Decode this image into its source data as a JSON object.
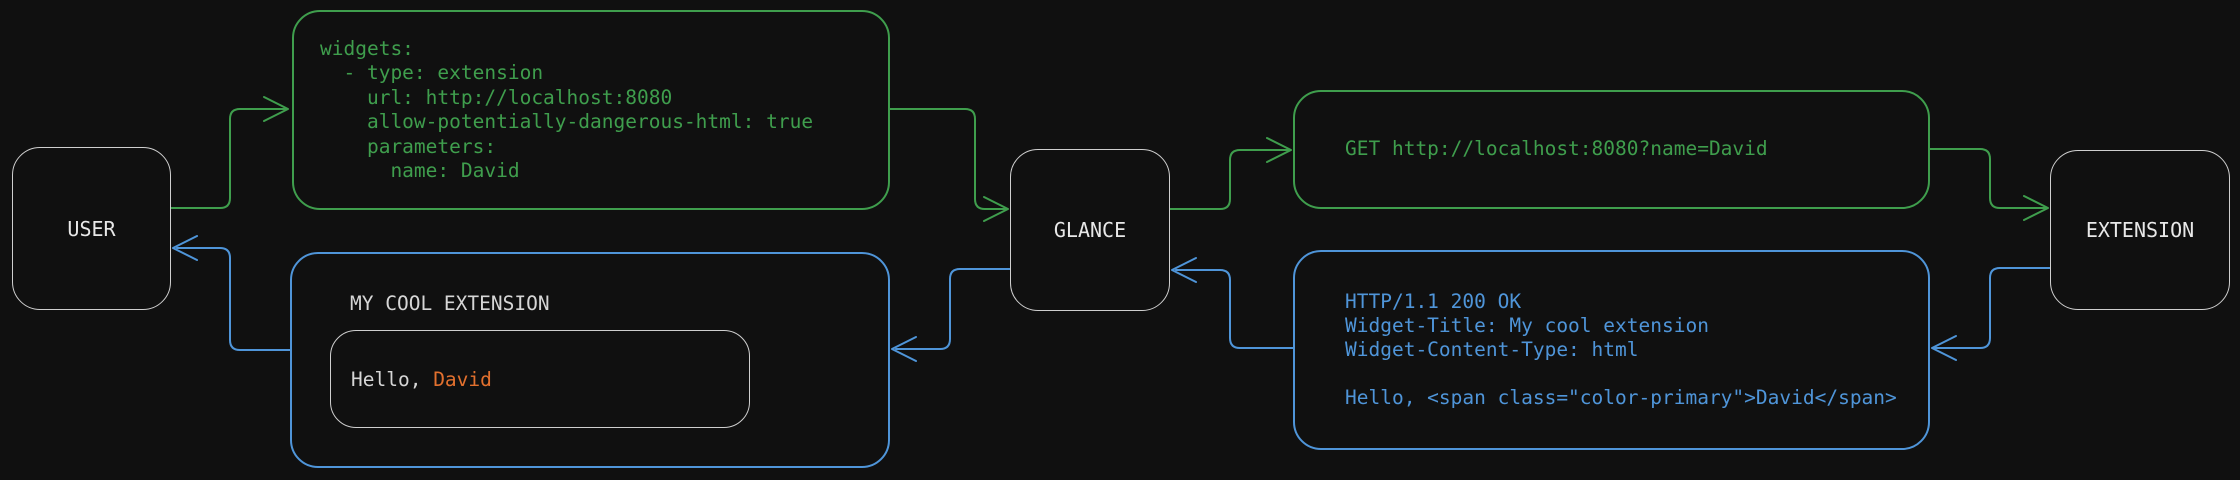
{
  "theme": {
    "background": "#101010",
    "green": "#3f9e4d",
    "blue": "#4f95d9",
    "orange": "#e2702e",
    "node_border": "#cfcfcf",
    "node_text": "#e8e8e8",
    "muted_text": "#d6d6d6"
  },
  "nodes": {
    "user": {
      "label": "USER"
    },
    "glance": {
      "label": "GLANCE"
    },
    "extension": {
      "label": "EXTENSION"
    }
  },
  "config_box": {
    "lines": [
      "widgets:",
      "  - type: extension",
      "    url: http://localhost:8080",
      "    allow-potentially-dangerous-html: true",
      "    parameters:",
      "      name: David"
    ]
  },
  "request_box": {
    "text": "GET http://localhost:8080?name=David"
  },
  "response_box": {
    "lines": [
      "HTTP/1.1 200 OK",
      "Widget-Title: My cool extension",
      "Widget-Content-Type: html",
      "",
      "Hello, <span class=\"color-primary\">David</span>"
    ]
  },
  "widget_box": {
    "title": "MY COOL EXTENSION",
    "greeting_prefix": "Hello, ",
    "greeting_name": "David"
  }
}
